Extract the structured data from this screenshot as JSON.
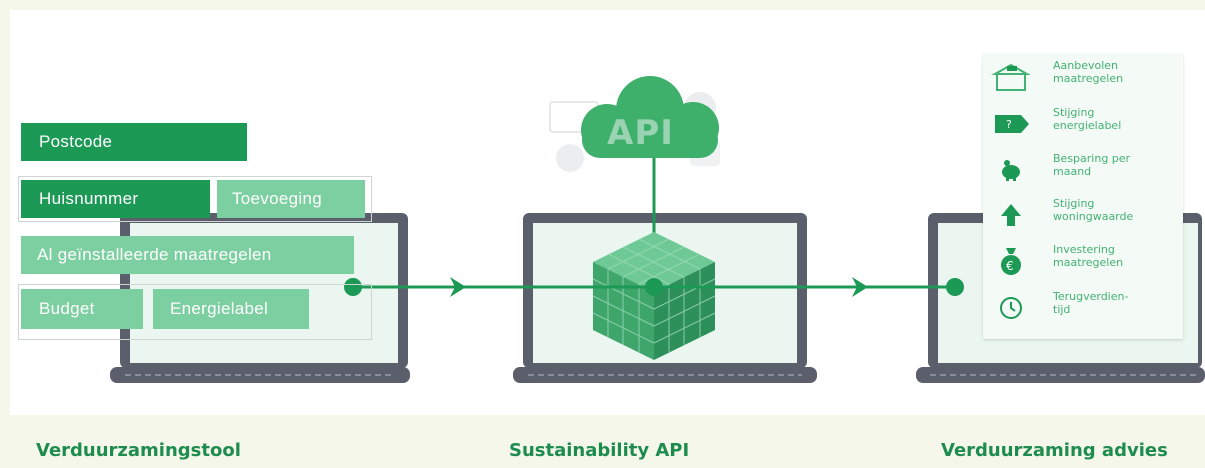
{
  "input_fields": {
    "postcode": "Postcode",
    "huisnummer": "Huisnummer",
    "toevoeging": "Toevoeging",
    "maatregelen": "Al geïnstalleerde maatregelen",
    "budget": "Budget",
    "energielabel": "Energielabel"
  },
  "cloud_label": "API",
  "results": [
    {
      "icon": "house-icon",
      "label_line1": "Aanbevolen",
      "label_line2": "maatregelen"
    },
    {
      "icon": "energy-label-icon",
      "label_line1": "Stijging",
      "label_line2": "energielabel"
    },
    {
      "icon": "piggy-bank-icon",
      "label_line1": "Besparing per",
      "label_line2": "maand"
    },
    {
      "icon": "arrow-up-icon",
      "label_line1": "Stijging",
      "label_line2": "woningwaarde"
    },
    {
      "icon": "money-bag-icon",
      "label_line1": "Investering",
      "label_line2": "maatregelen"
    },
    {
      "icon": "clock-icon",
      "label_line1": "Terugverdien-",
      "label_line2": "tijd"
    }
  ],
  "badge_text": "?",
  "money_symbol": "€",
  "captions": {
    "left": "Verduurzamingstool",
    "center": "Sustainability API",
    "right": "Verduurzaming advies"
  },
  "colors": {
    "accent": "#1d9956",
    "light_green": "#7ccfa0",
    "caption": "#1d8c4e",
    "laptop_frame": "#5b5f6b"
  }
}
